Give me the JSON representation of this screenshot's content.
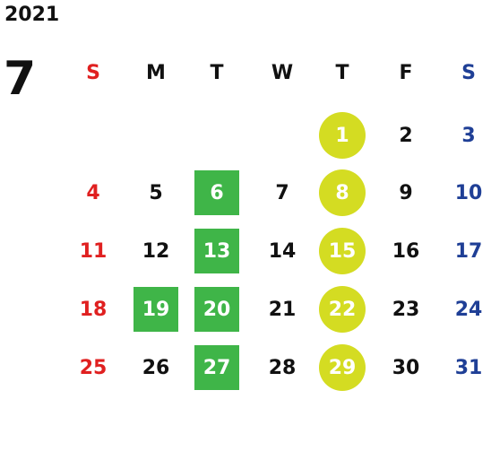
{
  "year": "2021",
  "month": "7",
  "weekdays": [
    "S",
    "M",
    "T",
    "W",
    "T",
    "F",
    "S"
  ],
  "colors": {
    "sunday": "#e02020",
    "saturday": "#1f3f96",
    "weekday": "#111111",
    "square_mark": "#3fb548",
    "circle_mark": "#d4dc22"
  },
  "first_weekday_index": 4,
  "days_in_month": 31,
  "square_marked_days": [
    6,
    13,
    19,
    20,
    27
  ],
  "circle_marked_days": [
    1,
    8,
    15,
    22,
    29
  ]
}
